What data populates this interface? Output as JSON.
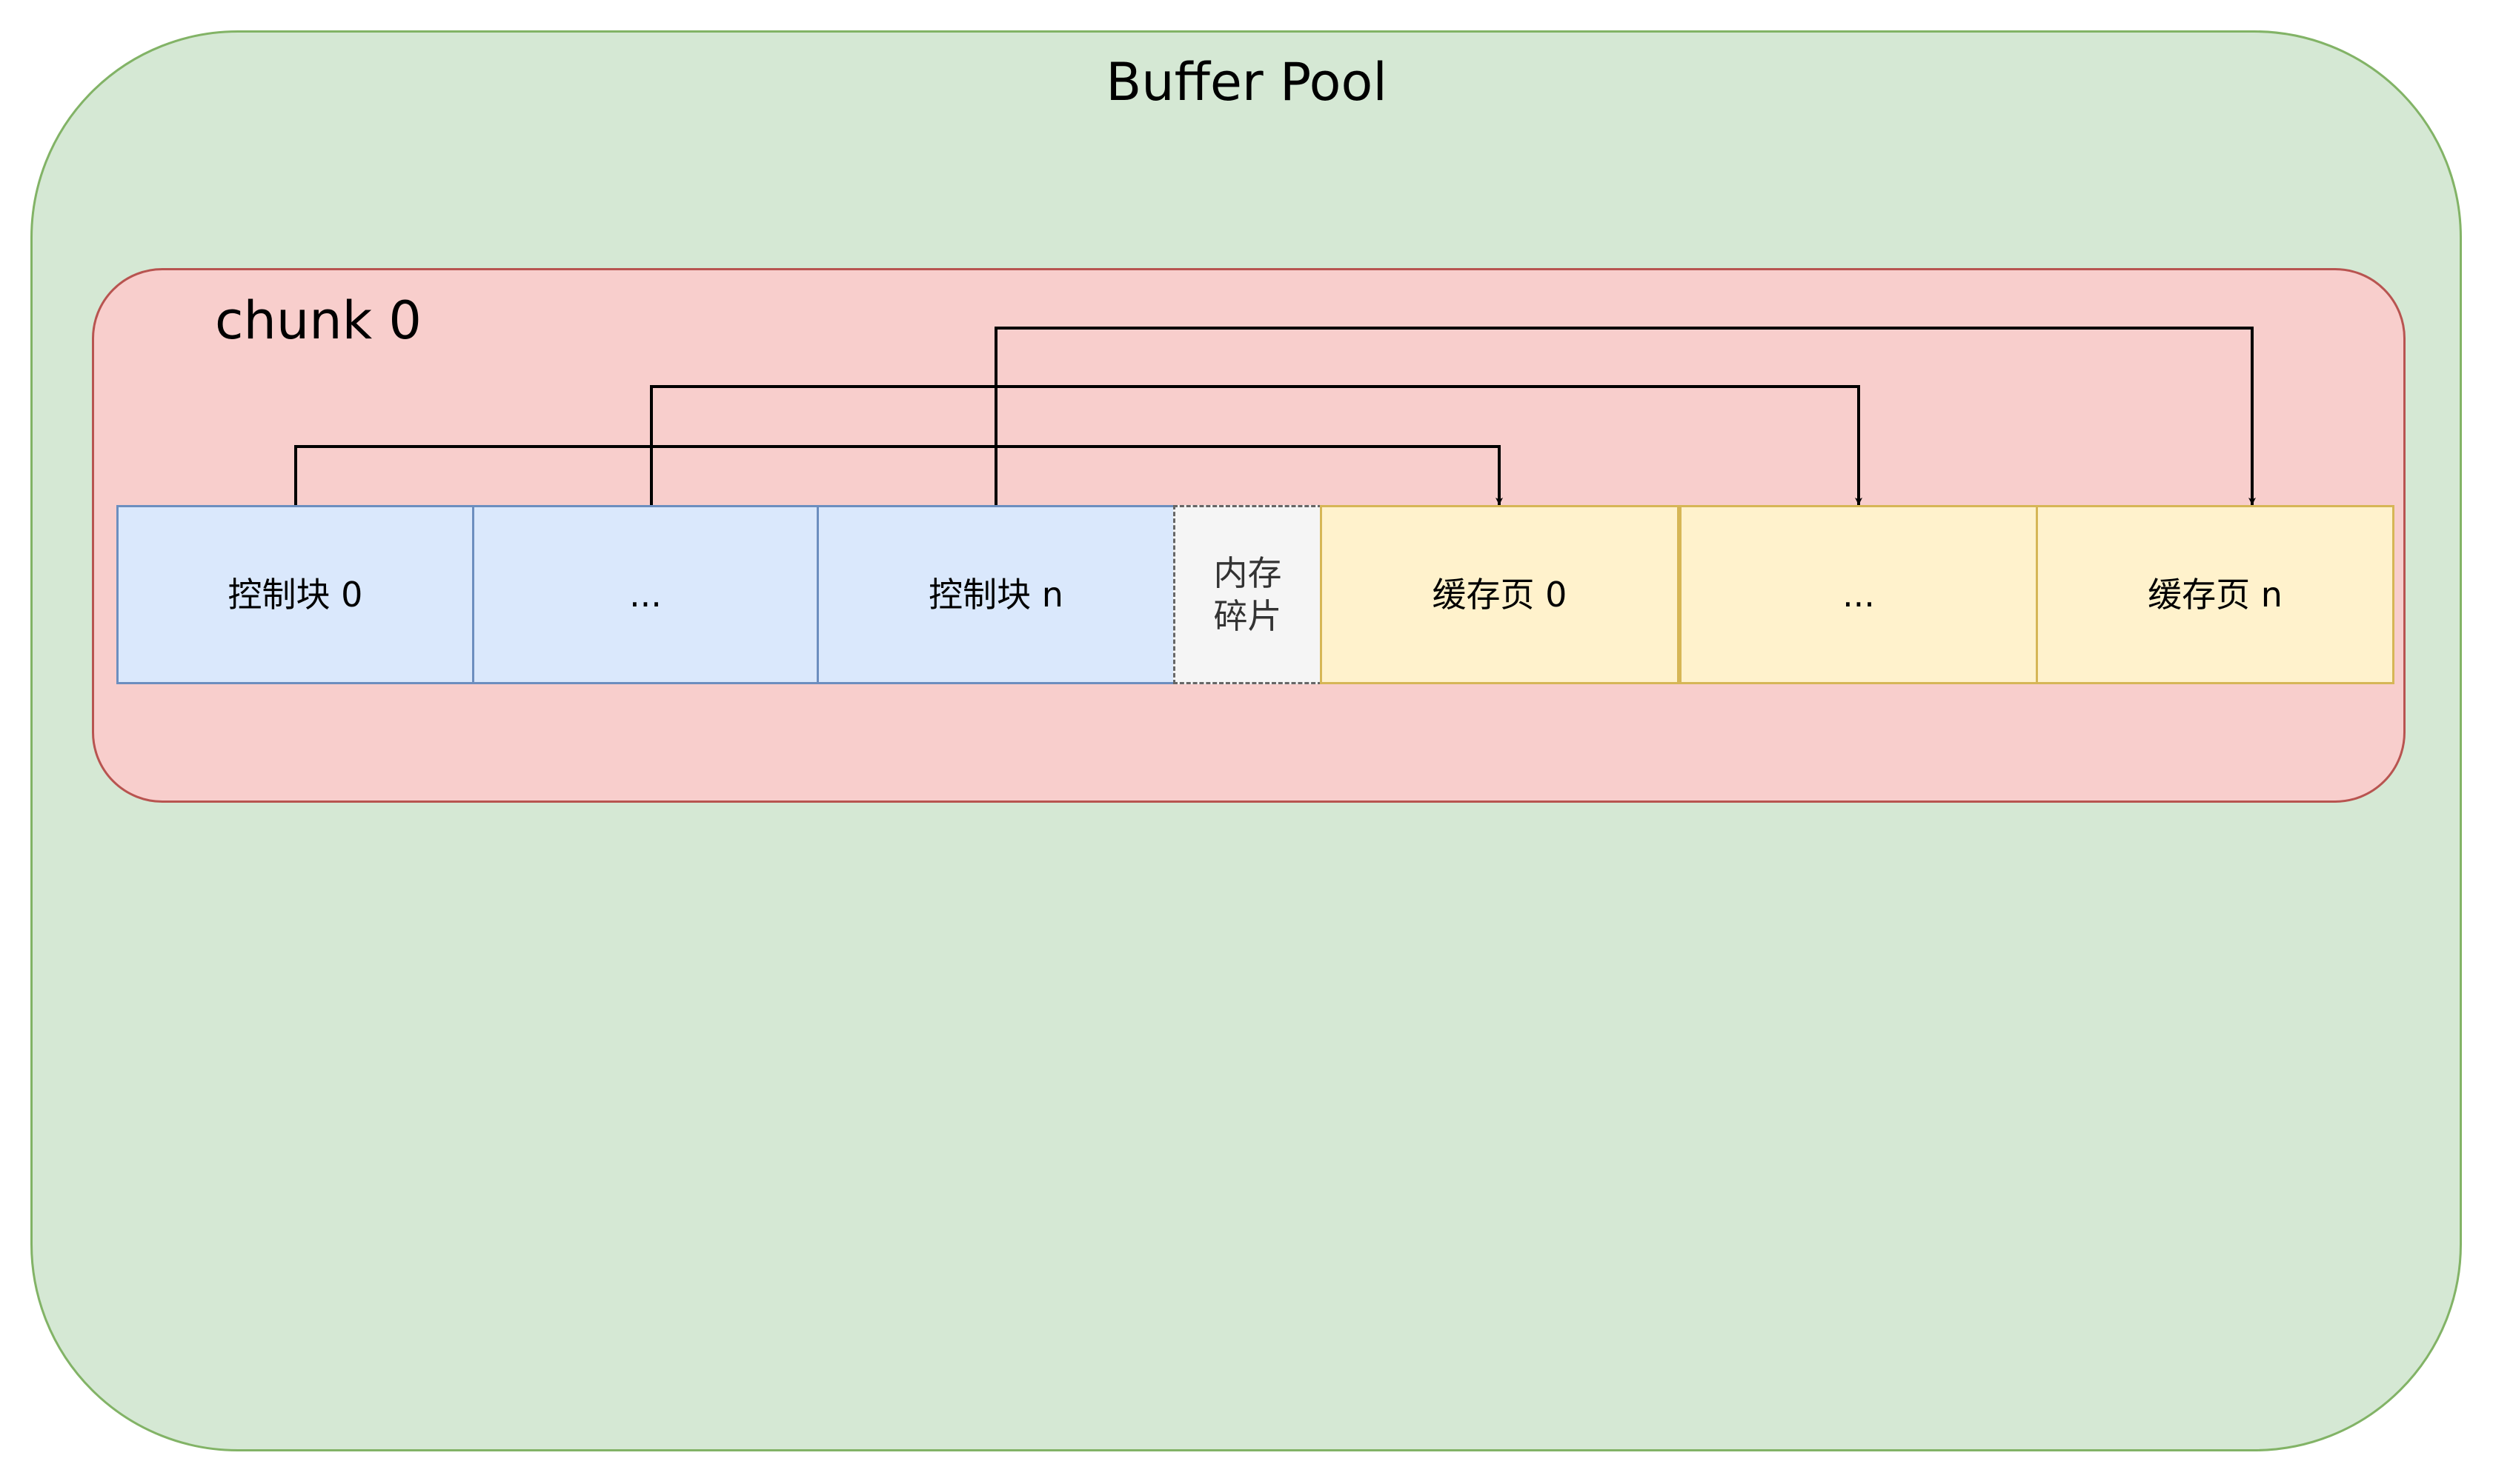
{
  "buffer_pool": {
    "title": "Buffer Pool",
    "fill": "#d5e8d4",
    "stroke": "#82b366"
  },
  "chunk": {
    "title": "chunk 0",
    "fill": "#f8cecc",
    "stroke": "#b85450"
  },
  "colors": {
    "control_fill": "#dae8fc",
    "page_fill": "#fff2cc",
    "fragment_fill": "#f5f5f5",
    "arrow": "#000000"
  },
  "blocks": [
    {
      "kind": "control",
      "label": "控制块 0"
    },
    {
      "kind": "control",
      "label": "..."
    },
    {
      "kind": "control",
      "label": "控制块 n"
    },
    {
      "kind": "fragment",
      "label_line1": "内存",
      "label_line2": "碎片"
    },
    {
      "kind": "page",
      "label": "缓存页 0"
    },
    {
      "kind": "page",
      "label": "..."
    },
    {
      "kind": "page",
      "label": "缓存页 n"
    }
  ],
  "connections": [
    {
      "from": "控制块 0",
      "to": "缓存页 0"
    },
    {
      "from": "...",
      "to": "..."
    },
    {
      "from": "控制块 n",
      "to": "缓存页 n"
    }
  ]
}
